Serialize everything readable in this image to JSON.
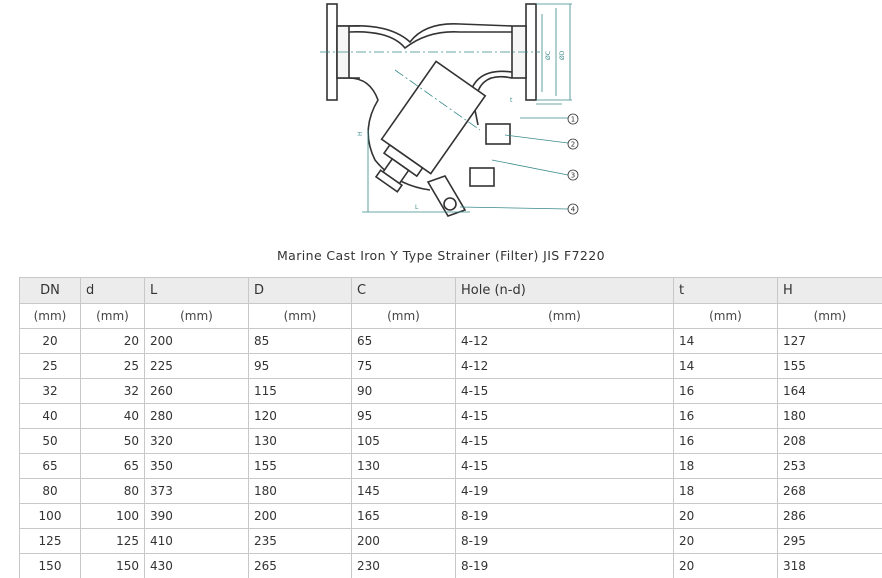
{
  "drawing": {
    "callouts": [
      "1",
      "2",
      "3",
      "4"
    ],
    "dims": [
      "t",
      "ØC",
      "ØD",
      "H",
      "L"
    ]
  },
  "caption": "Marine Cast Iron Y Type Strainer (Filter) JIS F7220",
  "table": {
    "headers": [
      "DN",
      "d",
      "L",
      "D",
      "C",
      "Hole (n-d)",
      "t",
      "H"
    ],
    "units": [
      "(mm)",
      "(mm)",
      "(mm)",
      "(mm)",
      "(mm)",
      "(mm)",
      "(mm)",
      "(mm)"
    ],
    "rows": [
      [
        "20",
        "20",
        "200",
        "85",
        "65",
        "4-12",
        "14",
        "127"
      ],
      [
        "25",
        "25",
        "225",
        "95",
        "75",
        "4-12",
        "14",
        "155"
      ],
      [
        "32",
        "32",
        "260",
        "115",
        "90",
        "4-15",
        "16",
        "164"
      ],
      [
        "40",
        "40",
        "280",
        "120",
        "95",
        "4-15",
        "16",
        "180"
      ],
      [
        "50",
        "50",
        "320",
        "130",
        "105",
        "4-15",
        "16",
        "208"
      ],
      [
        "65",
        "65",
        "350",
        "155",
        "130",
        "4-15",
        "18",
        "253"
      ],
      [
        "80",
        "80",
        "373",
        "180",
        "145",
        "4-19",
        "18",
        "268"
      ],
      [
        "100",
        "100",
        "390",
        "200",
        "165",
        "8-19",
        "20",
        "286"
      ],
      [
        "125",
        "125",
        "410",
        "235",
        "200",
        "8-19",
        "20",
        "295"
      ],
      [
        "150",
        "150",
        "430",
        "265",
        "230",
        "8-19",
        "20",
        "318"
      ]
    ]
  }
}
